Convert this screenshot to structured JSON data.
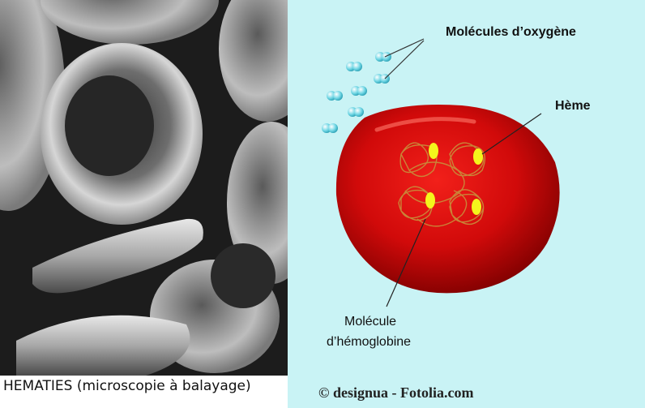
{
  "micrograph": {
    "caption": "HEMATIES (microscopie à balayage)"
  },
  "diagram": {
    "oxygen_label": "Molécules d’oxygène",
    "heme_label": "Hème",
    "hemoglobin_label_line1": "Molécule",
    "hemoglobin_label_line2": "d’hémoglobine",
    "credit": "© designua - Fotolia.com"
  },
  "colors": {
    "diagram_background": "#c9f3f5",
    "red_cell": "#d10a0a",
    "heme": "#f4f51c",
    "oxygen": "#6fd6e4",
    "micrograph_background": "#1c1c1c"
  }
}
